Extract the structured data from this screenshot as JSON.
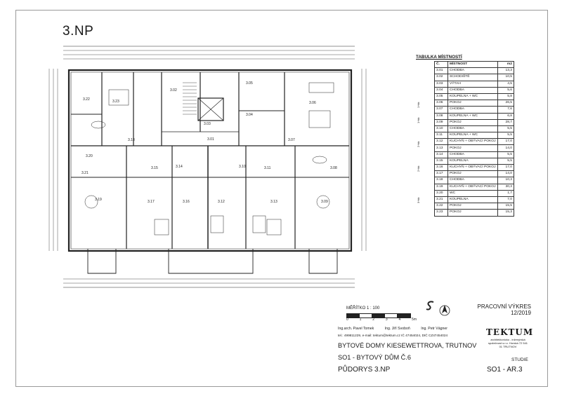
{
  "sheet_title": "3.NP",
  "room_table": {
    "title": "TABULKA MÍSTNOSTÍ",
    "headers": [
      "Č.",
      "MÍSTNOST",
      "m2"
    ],
    "rows": [
      [
        "3.01",
        "CHODBA",
        "13,3"
      ],
      [
        "3.02",
        "SCHODIŠTĚ",
        "10,5"
      ],
      [
        "3.03",
        "VÝTAH",
        "4,5"
      ],
      [
        "3.04",
        "CHODBA",
        "5,6"
      ],
      [
        "3.05",
        "KOUPELNA + WC",
        "5,8"
      ],
      [
        "3.06",
        "POKOJ",
        "26,5"
      ],
      [
        "3.07",
        "CHODBA",
        "7,6"
      ],
      [
        "3.08",
        "KOUPELNA + WC",
        "6,8"
      ],
      [
        "3.09",
        "POKOJ",
        "28,7"
      ],
      [
        "3.10",
        "CHODBA",
        "5,5"
      ],
      [
        "3.11",
        "KOUPELNA + WC",
        "5,5"
      ],
      [
        "3.12",
        "KUCHYŇ + OBÝVACÍ POKOJ",
        "17,0"
      ],
      [
        "3.13",
        "POKOJ",
        "14,0"
      ],
      [
        "3.14",
        "CHODBA",
        "5,5"
      ],
      [
        "3.15",
        "KOUPELNA",
        "5,5"
      ],
      [
        "3.16",
        "KUCHYŇ + OBÝVACÍ POKOJ",
        "17,0"
      ],
      [
        "3.17",
        "POKOJ",
        "14,0"
      ],
      [
        "3.18",
        "CHODBA",
        "10,3"
      ],
      [
        "3.19",
        "KUCHYŇ + OBÝVACÍ POKOJ",
        "30,3"
      ],
      [
        "3.20",
        "WC",
        "1,7"
      ],
      [
        "3.21",
        "KOUPELNA",
        "7,0"
      ],
      [
        "3.22",
        "POKOJ",
        "15,5"
      ],
      [
        "3.23",
        "POKOJ",
        "15,3"
      ]
    ],
    "groups": [
      "1+kk",
      "1+kk",
      "2+kk",
      "2+kk",
      "3+kk"
    ]
  },
  "plan_rooms": [
    "3.22",
    "3.23",
    "3.02",
    "3.05",
    "3.06",
    "3.03",
    "3.04",
    "3.01",
    "3.07",
    "3.18",
    "3.20",
    "3.21",
    "3.15",
    "3.14",
    "3.10",
    "3.11",
    "3.08",
    "3.19",
    "3.17",
    "3.16",
    "3.12",
    "3.13",
    "3.09"
  ],
  "scale": {
    "label": "MĚŘÍTKO   1 : 100",
    "ticks": [
      "0",
      "1",
      "2",
      "3",
      "4",
      "5m"
    ]
  },
  "status": {
    "label": "PRACOVNÍ  VÝKRES",
    "date": "12/2019"
  },
  "authors": [
    "Ing.arch. Pavel Tomek",
    "Ing. Jiří Svoboň",
    "Ing. Petr Vágner"
  ],
  "contact": "tel.: 499811229,  e-mail: tektum@tektum.cz  IČ 47454024,  DIČ CZ47454024",
  "project_line1": "BYTOVÉ DOMY KIESEWETTROVA, TRUTNOV",
  "project_line2": "SO1 - BYTOVÝ DŮM Č.6",
  "project_line3": "PŮDORYS 3.NP",
  "firm": {
    "name": "TEKTUM",
    "address": "architektonicko - inženýrská společnost s.r.o. Horská 72 541 01 TRUTNOV"
  },
  "stage": "STUDIE",
  "drawing_code": "SO1 - AR.3"
}
